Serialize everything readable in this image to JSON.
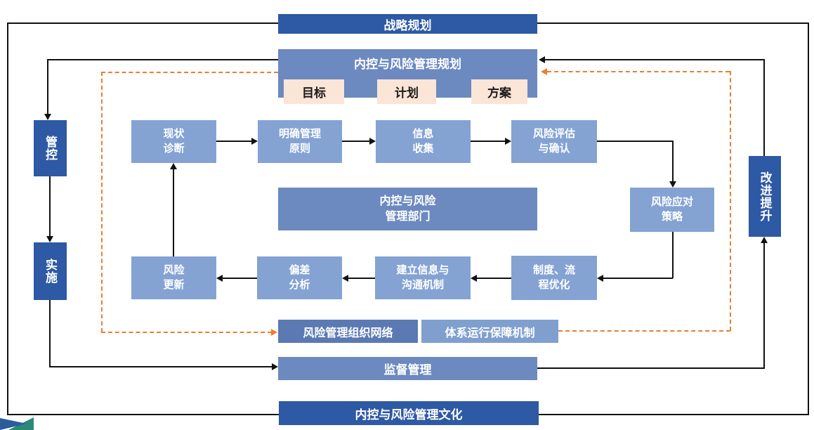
{
  "colors": {
    "dark_blue": "#2e59a4",
    "medium_blue": "#6c89c0",
    "light_blue": "#84a3d3",
    "slate_blue": "#5b7ab3",
    "pale_blue": "#7f9fcf",
    "peach": "#fbe5d6",
    "orange_dashed": "#ed7d31",
    "connector_black": "#111111"
  },
  "bars": {
    "strategy": "战略规划",
    "planning": "内控与风险管理规划",
    "supervision": "监督管理",
    "culture": "内控与风险管理文化"
  },
  "planning_tags": [
    {
      "label": "目标"
    },
    {
      "label": "计划"
    },
    {
      "label": "方案"
    }
  ],
  "side": {
    "control": "管控",
    "implement": "实施",
    "improve": "改进提升"
  },
  "center_box": "内控与风险\n管理部门",
  "flow_top": [
    {
      "label": "现状\n诊断"
    },
    {
      "label": "明确管理\n原则"
    },
    {
      "label": "信息\n收集"
    },
    {
      "label": "风险评估\n与确认"
    }
  ],
  "flow_right": {
    "label": "风险应对\n策略"
  },
  "flow_bottom": [
    {
      "label": "风险\n更新"
    },
    {
      "label": "偏差\n分析"
    },
    {
      "label": "建立信息与\n沟通机制"
    },
    {
      "label": "制度、流\n程优化"
    }
  ],
  "footer_boxes": [
    {
      "label": "风险管理组织网络"
    },
    {
      "label": "体系运行保障机制"
    }
  ]
}
